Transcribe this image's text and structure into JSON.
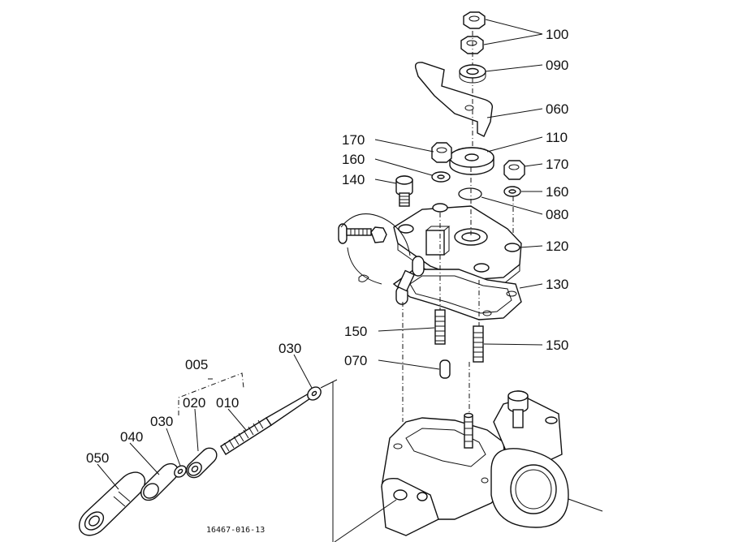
{
  "callouts": {
    "c100": "100",
    "c090": "090",
    "c060": "060",
    "c110": "110",
    "c170a": "170",
    "c170b": "170",
    "c160a": "160",
    "c160b": "160",
    "c140": "140",
    "c080": "080",
    "c120": "120",
    "c130": "130",
    "c150a": "150",
    "c150b": "150",
    "c070": "070",
    "c030a": "030",
    "c005": "005",
    "c010": "010",
    "c020": "020",
    "c030b": "030",
    "c040": "040",
    "c050": "050"
  },
  "figure_code": "16467-016-13"
}
